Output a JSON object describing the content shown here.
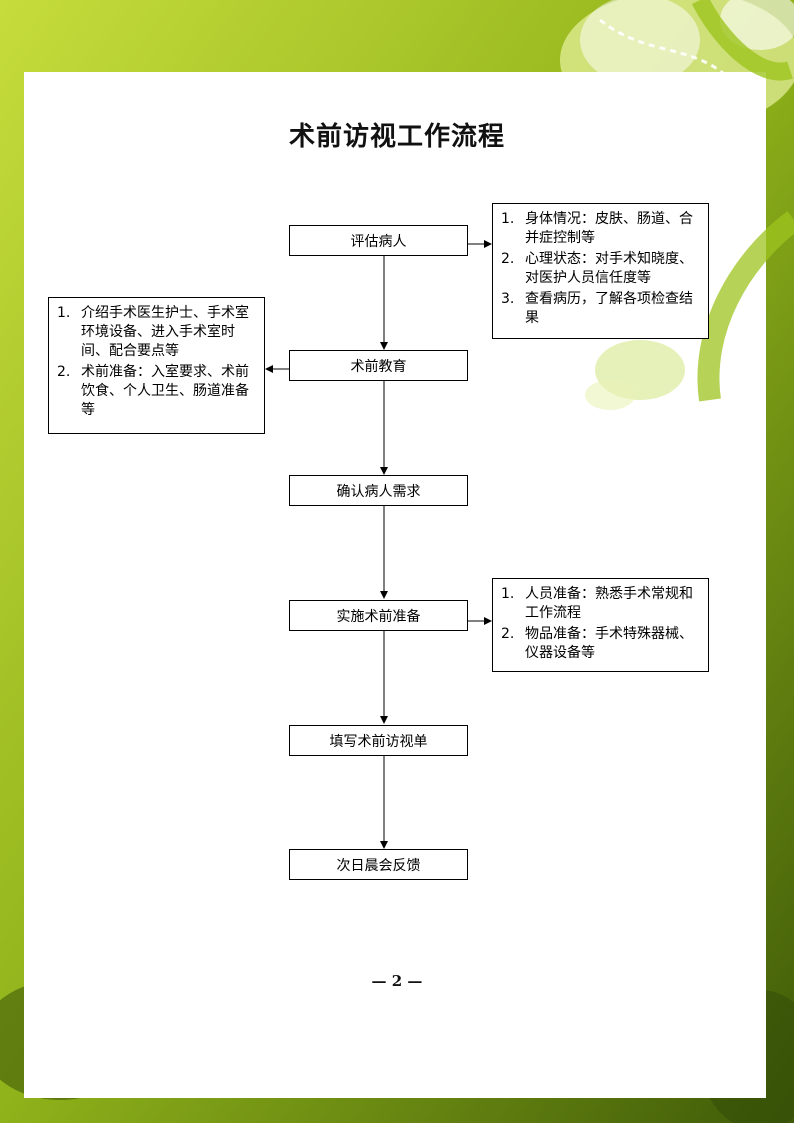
{
  "title": "术前访视工作流程",
  "page_number": "— 2 —",
  "steps": [
    {
      "label": "评估病人"
    },
    {
      "label": "术前教育"
    },
    {
      "label": "确认病人需求"
    },
    {
      "label": "实施术前准备"
    },
    {
      "label": "填写术前访视单"
    },
    {
      "label": "次日晨会反馈"
    }
  ],
  "notes": {
    "assess": [
      {
        "num": "1.",
        "text": "身体情况：皮肤、肠道、合并症控制等"
      },
      {
        "num": "2.",
        "text": "心理状态：对手术知晓度、对医护人员信任度等"
      },
      {
        "num": "3.",
        "text": "查看病历，了解各项检查结果"
      }
    ],
    "education": [
      {
        "num": "1.",
        "text": "介绍手术医生护士、手术室环境设备、进入手术室时间、配合要点等"
      },
      {
        "num": "2.",
        "text": "术前准备：入室要求、术前饮食、个人卫生、肠道准备等"
      }
    ],
    "prep": [
      {
        "num": "1.",
        "text": "人员准备：熟悉手术常规和工作流程"
      },
      {
        "num": "2.",
        "text": "物品准备：手术特殊器械、仪器设备等"
      }
    ]
  },
  "colors": {
    "frame": "#8fb21a",
    "leaf": "#b8d43a",
    "page": "#ffffff"
  }
}
